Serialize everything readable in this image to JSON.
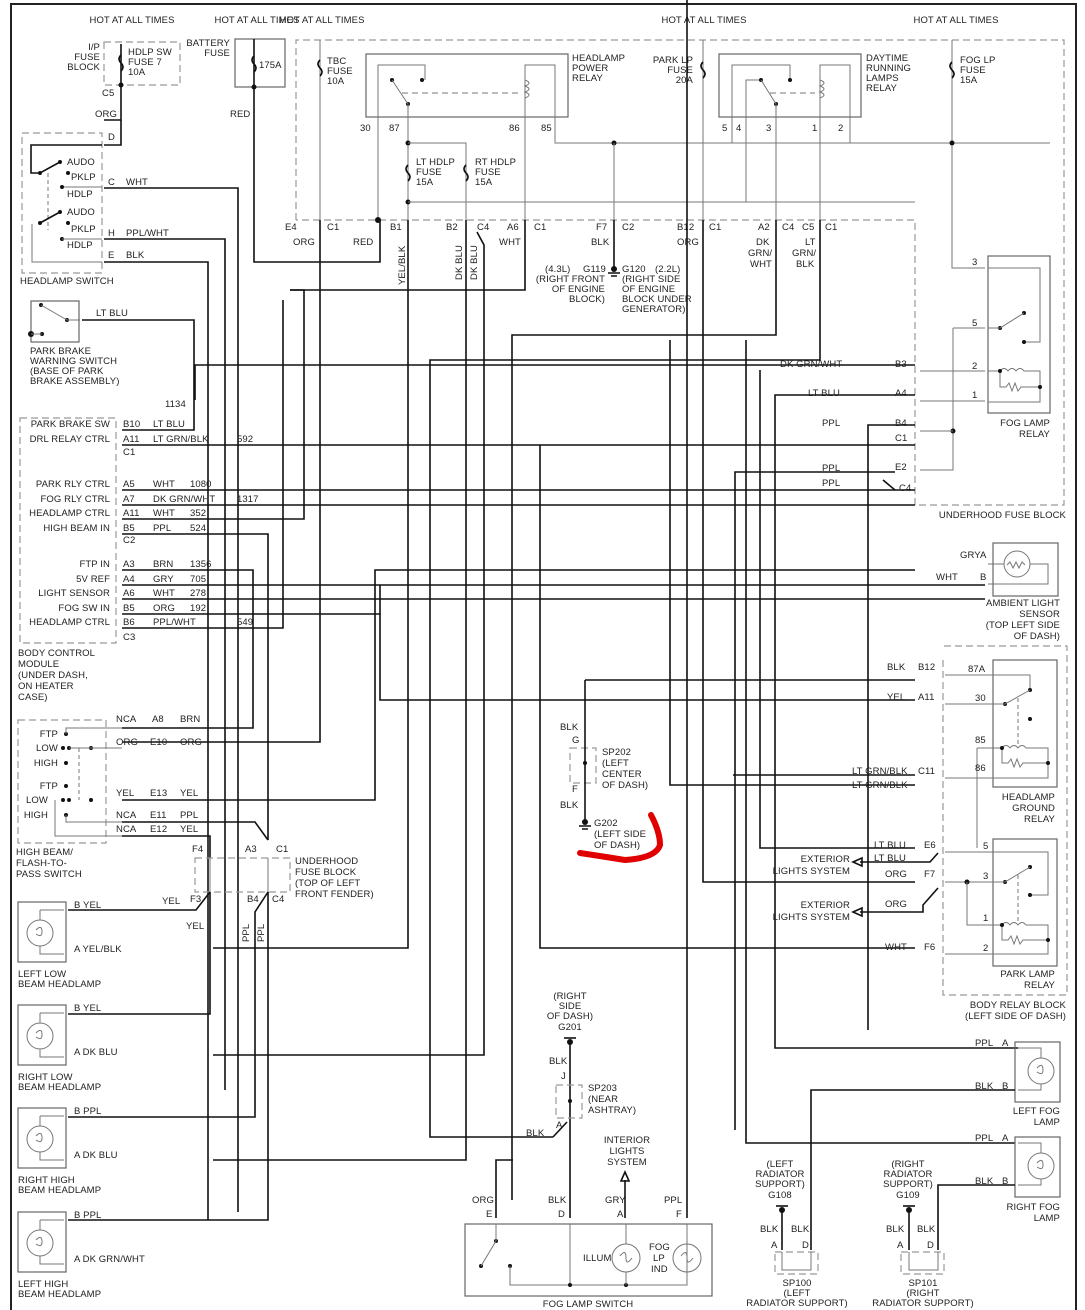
{
  "diagram": {
    "title": "Headlamp / DRL / Fog Lamp Wiring Diagram",
    "hot_at_all_times": "HOT AT ALL TIMES",
    "annotation_color": "#e00000",
    "annotation": "Red hand-drawn mark under G202 (LEFT SIDE OF DASH)"
  },
  "power": {
    "ip_fuse_block": {
      "label": [
        "I/P",
        "FUSE",
        "BLOCK"
      ],
      "fuse": [
        "HDLP SW",
        "FUSE 7",
        "10A"
      ],
      "connector": "C5",
      "wire": "ORG"
    },
    "battery_fuse": {
      "label": [
        "BATTERY",
        "FUSE"
      ],
      "rating": "175A",
      "wire": "RED"
    },
    "tbc_fuse": [
      "TBC",
      "FUSE",
      "10A"
    ],
    "park_lp_fuse": [
      "PARK LP",
      "FUSE",
      "20A"
    ],
    "fog_lp_fuse": [
      "FOG LP",
      "FUSE",
      "15A"
    ],
    "lt_hdlp_fuse": [
      "LT HDLP",
      "FUSE",
      "15A"
    ],
    "rt_hdlp_fuse": [
      "RT HDLP",
      "FUSE",
      "15A"
    ]
  },
  "relays": {
    "headlamp_power": {
      "label": [
        "HEADLAMP",
        "POWER",
        "RELAY"
      ],
      "pins": [
        "30",
        "87",
        "86",
        "85"
      ]
    },
    "drl": {
      "label": [
        "DAYTIME",
        "RUNNING",
        "LAMPS",
        "RELAY"
      ],
      "pins": [
        "5",
        "4",
        "3",
        "1",
        "2"
      ]
    },
    "fog_lamp": {
      "label": [
        "FOG LAMP",
        "RELAY"
      ],
      "pins": [
        "3",
        "5",
        "2",
        "1"
      ]
    },
    "headlamp_ground": {
      "label": [
        "HEADLAMP",
        "GROUND",
        "RELAY"
      ],
      "pins": [
        "87A",
        "30",
        "85",
        "86"
      ]
    },
    "park_lamp": {
      "label": [
        "PARK LAMP",
        "RELAY"
      ],
      "pins": [
        "5",
        "3",
        "1",
        "2"
      ]
    }
  },
  "underhood_fuse_block": {
    "label": "UNDERHOOD FUSE BLOCK",
    "top_connectors": [
      {
        "pin": "E4",
        "conn": "C1",
        "wire": "ORG"
      },
      {
        "pin": "",
        "conn": "",
        "wire": "RED"
      },
      {
        "pin": "B1",
        "conn": "",
        "wire": "YEL/BLK"
      },
      {
        "pin": "B2",
        "conn": "C4",
        "wire": "DK BLU"
      },
      {
        "pin": "",
        "conn": "",
        "wire": "DK BLU"
      },
      {
        "pin": "A6",
        "conn": "C1",
        "wire": "WHT"
      },
      {
        "pin": "F7",
        "conn": "C2",
        "wire": "BLK"
      },
      {
        "pin": "B12",
        "conn": "C1",
        "wire": "ORG"
      },
      {
        "pin": "A2",
        "conn": "C4",
        "wire": "DK GRN/WHT"
      },
      {
        "pin": "C5",
        "conn": "C1",
        "wire": "LT GRN/BLK"
      }
    ],
    "right_connectors": [
      {
        "pin": "B3",
        "wire": "DK GRN/WHT"
      },
      {
        "pin": "A4",
        "wire": "LT BLU"
      },
      {
        "pin": "B4",
        "wire": "PPL",
        "conn": "C1"
      },
      {
        "pin": "E2",
        "wire": "PPL"
      },
      {
        "pin": "",
        "wire": "PPL",
        "conn": "C4"
      }
    ]
  },
  "grounds": {
    "g119": {
      "id": "G119",
      "engine": "(4.3L)",
      "location": [
        "(RIGHT FRONT",
        "OF ENGINE",
        "BLOCK)"
      ]
    },
    "g120": {
      "id": "G120",
      "engine": "(2.2L)",
      "location": [
        "(RIGHT SIDE",
        "OF ENGINE",
        "BLOCK UNDER",
        "GENERATOR)"
      ]
    },
    "g202": {
      "id": "G202",
      "location": [
        "(LEFT SIDE",
        "OF DASH)"
      ]
    },
    "g201": {
      "id": "G201",
      "location": [
        "(RIGHT",
        "SIDE",
        "OF DASH)"
      ]
    },
    "g108": {
      "id": "G108",
      "location": [
        "(LEFT",
        "RADIATOR",
        "SUPPORT)"
      ]
    },
    "g109": {
      "id": "G109",
      "location": [
        "(RIGHT",
        "RADIATOR",
        "SUPPORT)"
      ]
    }
  },
  "splices": {
    "sp202": {
      "id": "SP202",
      "location": [
        "(LEFT",
        "CENTER",
        "OF DASH)"
      ],
      "pins": [
        "G",
        "F"
      ],
      "wire": "BLK"
    },
    "sp203": {
      "id": "SP203",
      "location": [
        "(NEAR",
        "ASHTRAY)"
      ],
      "pins": [
        "J",
        "A"
      ],
      "wire": "BLK"
    },
    "sp100": {
      "id": "SP100",
      "location": [
        "(LEFT",
        "RADIATOR SUPPORT)"
      ],
      "pins": [
        "A",
        "D"
      ],
      "wire": "BLK"
    },
    "sp101": {
      "id": "SP101",
      "location": [
        "(RIGHT",
        "RADIATOR SUPPORT)"
      ],
      "pins": [
        "A",
        "D"
      ],
      "wire": "BLK"
    }
  },
  "headlamp_switch": {
    "label": "HEADLAMP SWITCH",
    "positions": [
      "AUDO",
      "PKLP",
      "HDLP"
    ],
    "pins": [
      {
        "pin": "D",
        "wire": ""
      },
      {
        "pin": "C",
        "wire": "WHT"
      },
      {
        "pin": "H",
        "wire": "PPL/WHT"
      },
      {
        "pin": "E",
        "wire": "BLK"
      }
    ]
  },
  "park_brake_switch": {
    "label": [
      "PARK BRAKE",
      "WARNING SWITCH",
      "(BASE OF PARK",
      "BRAKE ASSEMBLY)"
    ],
    "wire": "LT BLU",
    "circuit": "1134"
  },
  "bcm": {
    "label": [
      "BODY CONTROL",
      "MODULE",
      "(UNDER DASH,",
      "ON HEATER",
      "CASE)"
    ],
    "groups": [
      {
        "conn": "C1",
        "rows": [
          {
            "name": "PARK BRAKE SW",
            "pin": "B10",
            "wire": "LT BLU",
            "circuit": ""
          },
          {
            "name": "DRL RELAY CTRL",
            "pin": "A11",
            "wire": "LT GRN/BLK",
            "circuit": "592"
          }
        ]
      },
      {
        "conn": "C2",
        "rows": [
          {
            "name": "PARK RLY CTRL",
            "pin": "A5",
            "wire": "WHT",
            "circuit": "1080"
          },
          {
            "name": "FOG RLY CTRL",
            "pin": "A7",
            "wire": "DK GRN/WHT",
            "circuit": "1317"
          },
          {
            "name": "HEADLAMP CTRL",
            "pin": "A11",
            "wire": "WHT",
            "circuit": "352"
          },
          {
            "name": "HIGH BEAM IN",
            "pin": "B5",
            "wire": "PPL",
            "circuit": "524"
          }
        ]
      },
      {
        "conn": "C3",
        "rows": [
          {
            "name": "FTP IN",
            "pin": "A3",
            "wire": "BRN",
            "circuit": "1356"
          },
          {
            "name": "5V REF",
            "pin": "A4",
            "wire": "GRY",
            "circuit": "705"
          },
          {
            "name": "LIGHT SENSOR",
            "pin": "A6",
            "wire": "WHT",
            "circuit": "278"
          },
          {
            "name": "FOG SW IN",
            "pin": "B5",
            "wire": "ORG",
            "circuit": "192"
          },
          {
            "name": "HEADLAMP CTRL",
            "pin": "B6",
            "wire": "PPL/WHT",
            "circuit": "549"
          }
        ]
      }
    ]
  },
  "high_beam_switch": {
    "label": [
      "HIGH BEAM/",
      "FLASH-TO-",
      "PASS SWITCH"
    ],
    "positions": [
      "FTP",
      "LOW",
      "HIGH"
    ],
    "rows": [
      {
        "left": "NCA",
        "pin": "A8",
        "wire": "BRN"
      },
      {
        "left": "ORG",
        "pin": "E10",
        "wire": "ORG"
      },
      {
        "left": "YEL",
        "pin": "E13",
        "wire": "YEL"
      },
      {
        "left": "NCA",
        "pin": "E11",
        "wire": "PPL"
      },
      {
        "left": "NCA",
        "pin": "E12",
        "wire": "YEL"
      }
    ]
  },
  "left_fuse_block": {
    "label": [
      "UNDERHOOD",
      "FUSE BLOCK",
      "(TOP OF LEFT",
      "FRONT FENDER)"
    ],
    "pins": [
      "F4",
      "A3",
      "C1",
      "F3",
      "B4",
      "C4"
    ],
    "wires": [
      "YEL",
      "YEL",
      "PPL",
      "PPL"
    ]
  },
  "headlamps": [
    {
      "label": [
        "LEFT LOW",
        "BEAM HEADLAMP"
      ],
      "b": "B  YEL",
      "a": "A  YEL/BLK"
    },
    {
      "label": [
        "RIGHT LOW",
        "BEAM HEADLAMP"
      ],
      "b": "B  YEL",
      "a": "A  DK BLU"
    },
    {
      "label": [
        "RIGHT HIGH",
        "BEAM HEADLAMP"
      ],
      "b": "B  PPL",
      "a": "A  DK BLU"
    },
    {
      "label": [
        "LEFT HIGH",
        "BEAM HEADLAMP"
      ],
      "b": "B  PPL",
      "a": "A  DK GRN/WHT"
    }
  ],
  "ambient_light_sensor": {
    "label": [
      "AMBIENT LIGHT",
      "SENSOR",
      "(TOP LEFT SIDE",
      "OF DASH)"
    ],
    "pins": [
      {
        "pin": "A",
        "wire": "GRY"
      },
      {
        "pin": "B",
        "wire": "WHT"
      }
    ]
  },
  "body_relay_block": {
    "label": [
      "BODY RELAY BLOCK",
      "(LEFT SIDE OF DASH)"
    ],
    "rows": [
      {
        "pin": "B12",
        "wire": "BLK"
      },
      {
        "pin": "A11",
        "wire": "YEL"
      },
      {
        "pin": "C11",
        "wire": "LT GRN/BLK"
      },
      {
        "pin": "",
        "wire": "LT GRN/BLK"
      },
      {
        "pin": "E6",
        "wire": "LT BLU"
      },
      {
        "pin": "",
        "wire": "LT BLU"
      },
      {
        "pin": "F7",
        "wire": "ORG"
      },
      {
        "pin": "",
        "wire": "ORG"
      },
      {
        "pin": "F6",
        "wire": "WHT"
      }
    ],
    "exterior_lights": [
      "EXTERIOR",
      "LIGHTS SYSTEM"
    ]
  },
  "fog_lamps": [
    {
      "label": [
        "LEFT FOG",
        "LAMP"
      ],
      "a": "PPL",
      "b": "BLK"
    },
    {
      "label": [
        "RIGHT FOG",
        "LAMP"
      ],
      "a": "PPL",
      "b": "BLK"
    }
  ],
  "fog_lamp_switch": {
    "label": "FOG LAMP SWITCH",
    "pins": [
      {
        "pin": "E",
        "wire": "ORG"
      },
      {
        "pin": "D",
        "wire": "BLK"
      },
      {
        "pin": "A",
        "wire": "GRY"
      },
      {
        "pin": "F",
        "wire": "PPL"
      }
    ],
    "illum": "ILLUM",
    "ind": [
      "FOG",
      "LP",
      "IND"
    ],
    "interior": [
      "INTERIOR",
      "LIGHTS",
      "SYSTEM"
    ]
  }
}
